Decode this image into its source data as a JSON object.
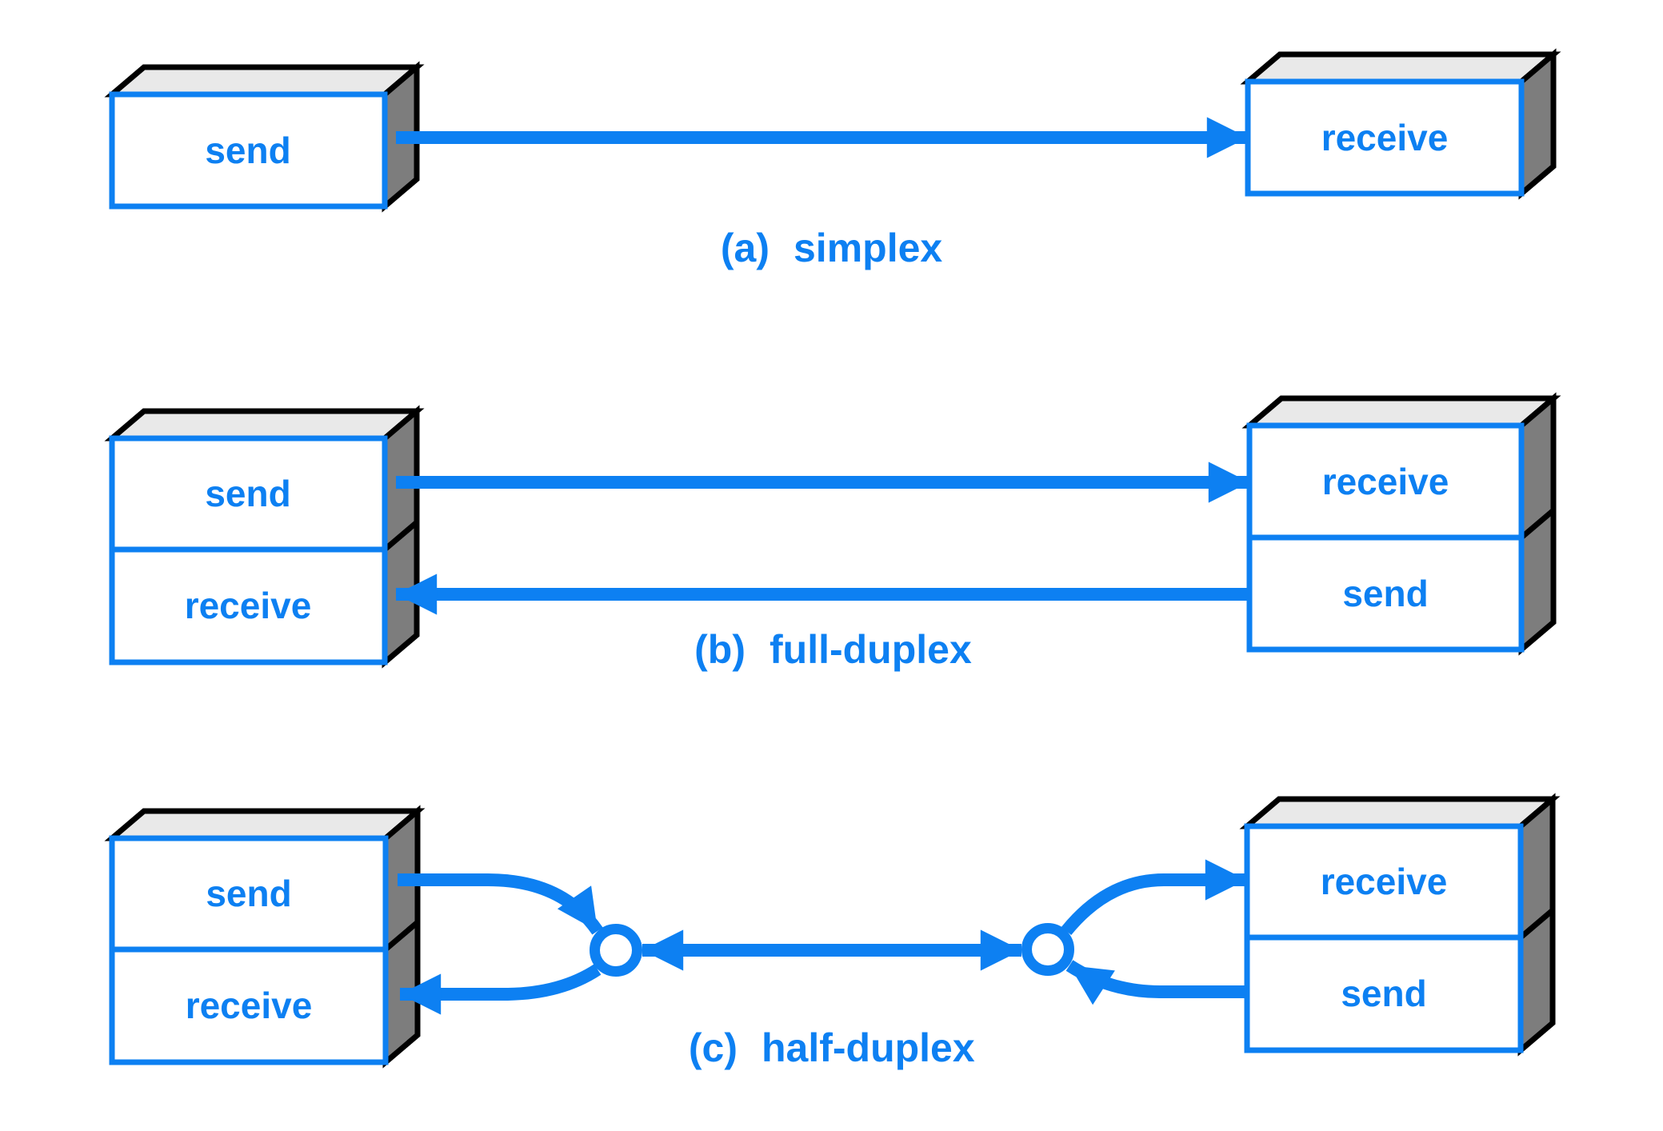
{
  "colors": {
    "accent": "#0d80f2",
    "box_top": "#e9e9e9",
    "box_side": "#7d7d7d",
    "outline": "#000000",
    "face": "#ffffff"
  },
  "sections": {
    "simplex": {
      "caption_prefix": "(a)",
      "caption": "simplex",
      "left_box": {
        "labels": [
          "send"
        ]
      },
      "right_box": {
        "labels": [
          "receive"
        ]
      }
    },
    "full_duplex": {
      "caption_prefix": "(b)",
      "caption": "full-duplex",
      "left_box": {
        "labels": [
          "send",
          "receive"
        ]
      },
      "right_box": {
        "labels": [
          "receive",
          "send"
        ]
      }
    },
    "half_duplex": {
      "caption_prefix": "(c)",
      "caption": "half-duplex",
      "left_box": {
        "labels": [
          "send",
          "receive"
        ]
      },
      "right_box": {
        "labels": [
          "receive",
          "send"
        ]
      }
    }
  }
}
